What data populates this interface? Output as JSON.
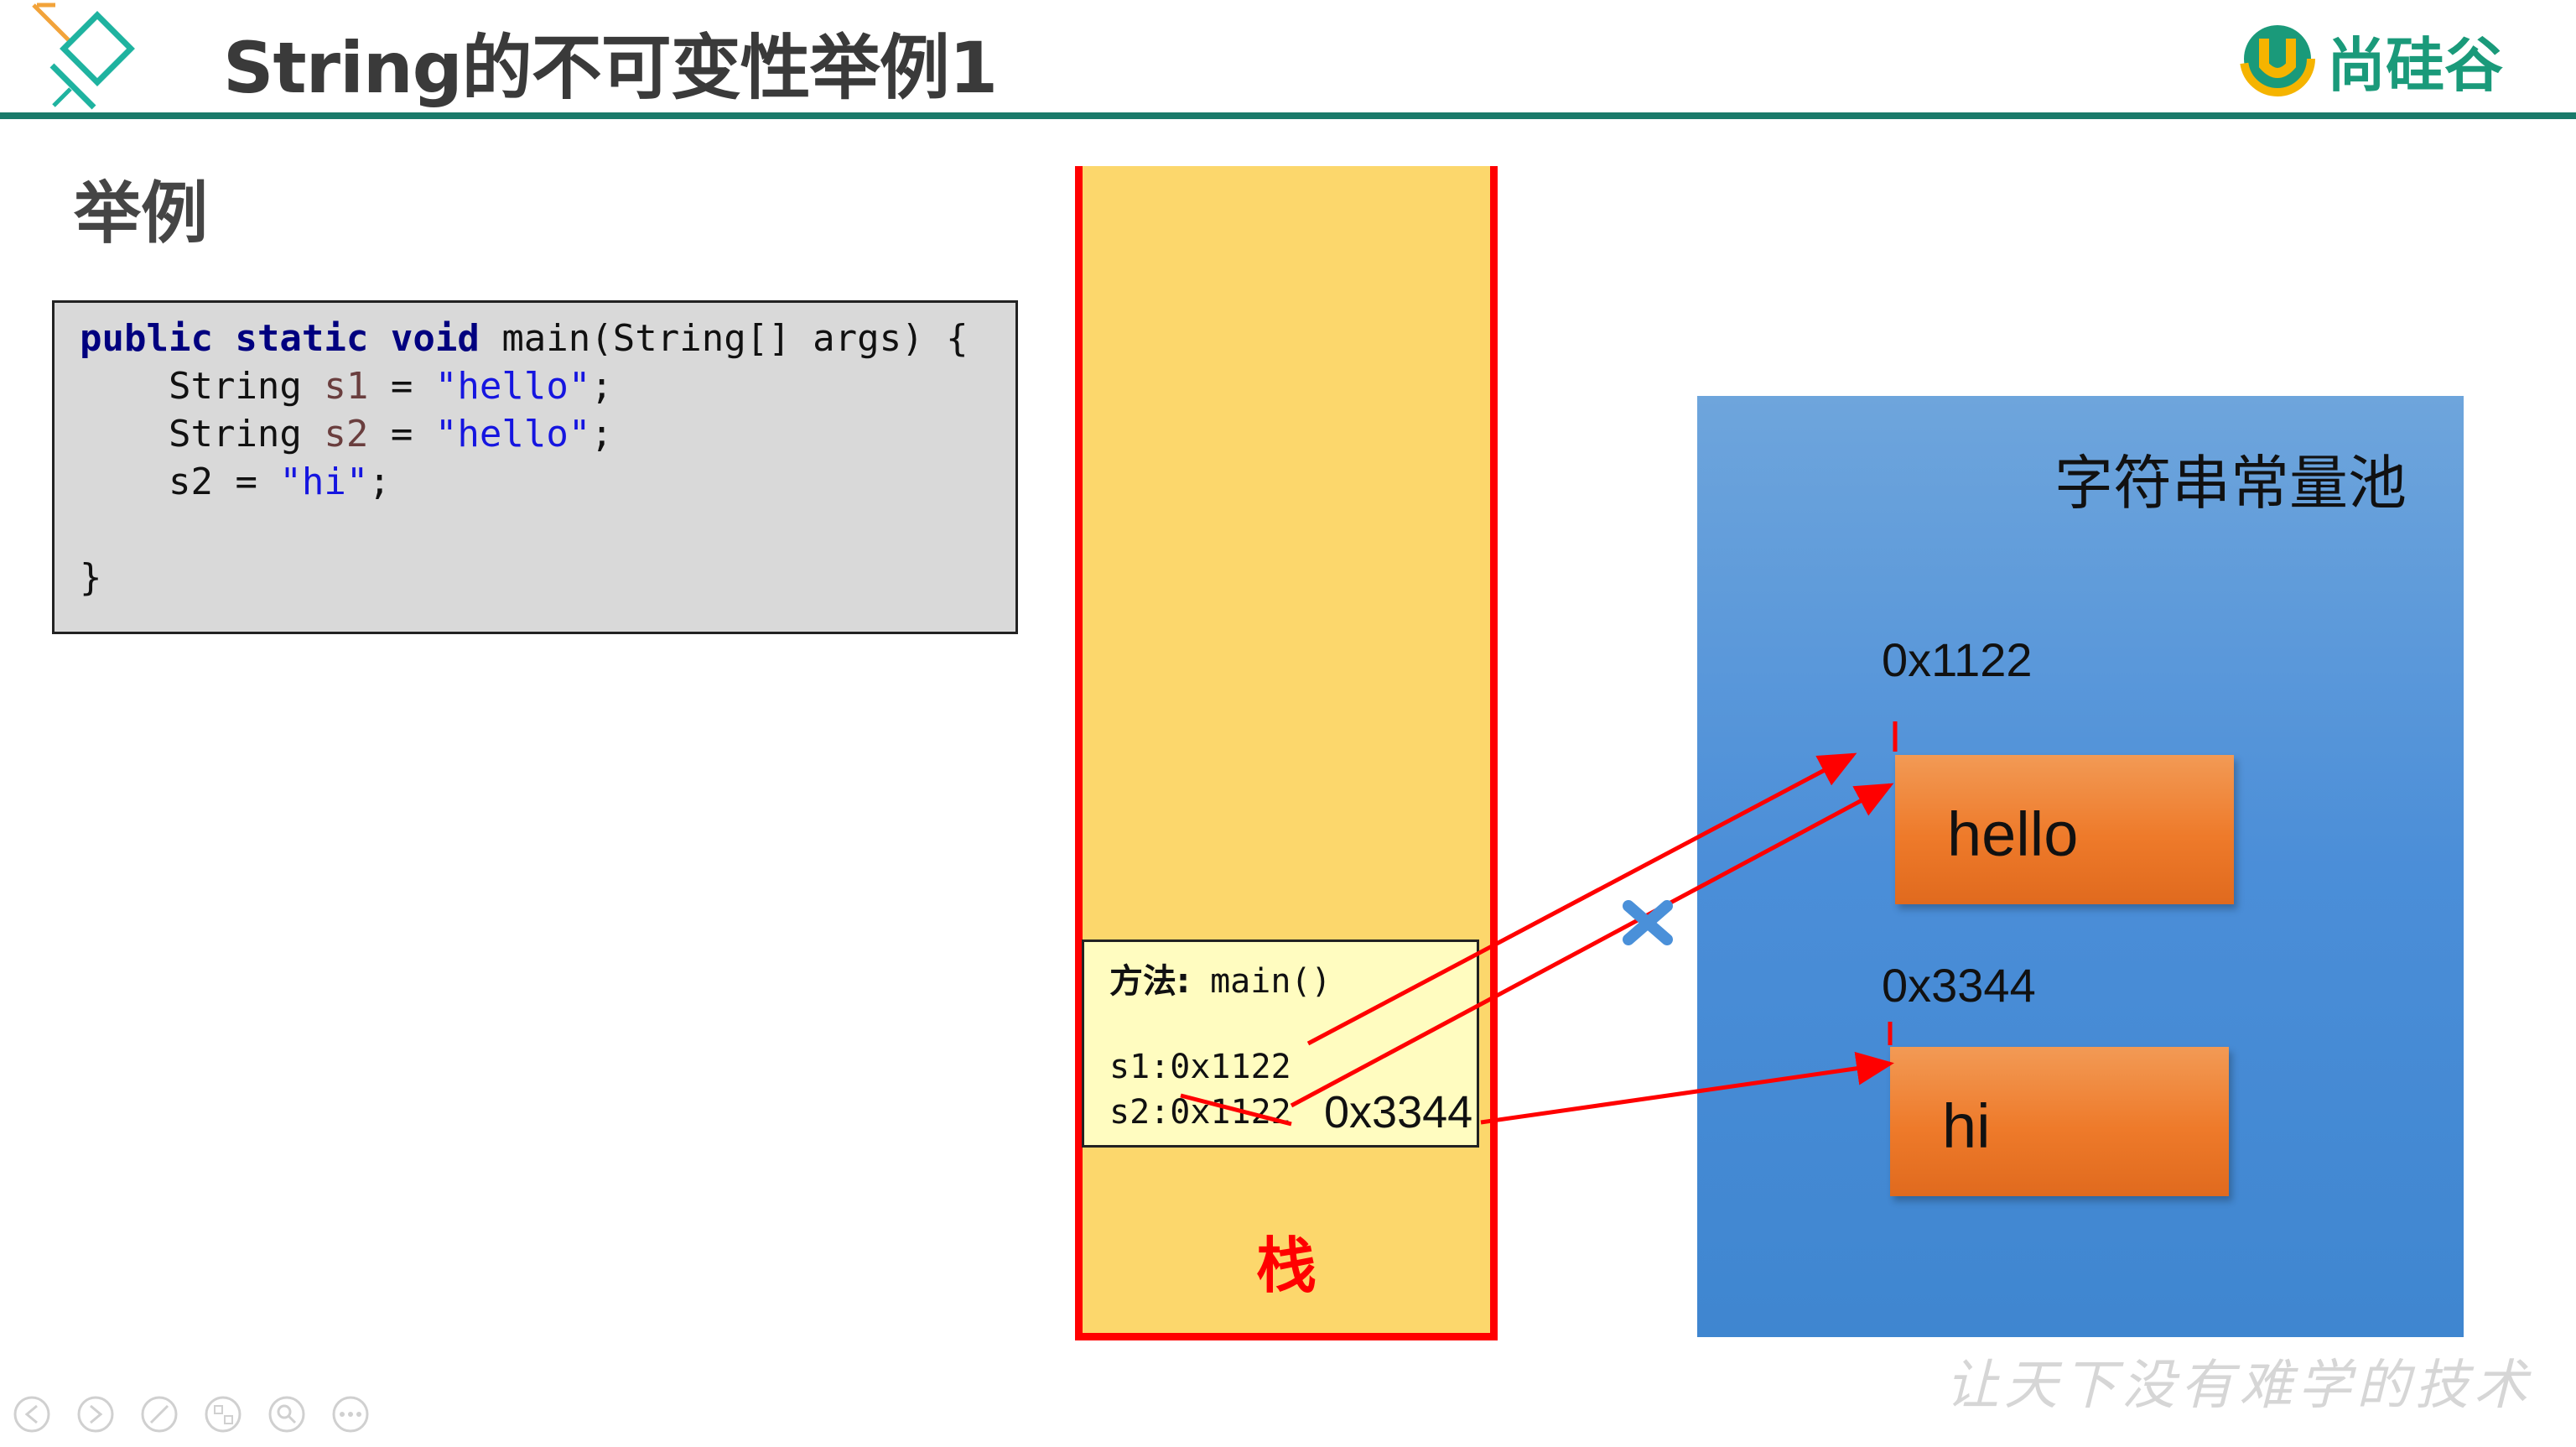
{
  "slide": {
    "title": "String的不可变性举例1",
    "brand": "尚硅谷",
    "subtitle": "举例",
    "watermark": "让天下没有难学的技术"
  },
  "code": {
    "line1": {
      "kw": "public static void",
      "rest": " main(String[] args) {"
    },
    "line2": {
      "type": "String",
      "var": "s1",
      "eq": " = ",
      "str": "\"hello\"",
      "end": ";"
    },
    "line3": {
      "type": "String",
      "var": "s2",
      "eq": " = ",
      "str": "\"hello\"",
      "end": ";"
    },
    "line4": {
      "lhs": "s2 = ",
      "str": "\"hi\"",
      "end": ";"
    },
    "line6": "}"
  },
  "stack": {
    "label": "栈",
    "frame_title_bold": "方法:",
    "frame_title_method": " main()",
    "s1": "s1:0x1122",
    "s2": "s2:0x1122",
    "s2_new": "0x3344"
  },
  "pool": {
    "title": "字符串常量池",
    "addr1": "0x1122",
    "addr2": "0x3344",
    "value1": "hello",
    "value2": "hi"
  },
  "colors": {
    "accent": "#1a7a6a",
    "stack_fill": "#fcd76c",
    "stack_border": "#ff0000",
    "pool_fill": "#4b8ed8",
    "string_box": "#ee7a2a",
    "arrow": "#ff0000",
    "cross": "#4a90d9"
  }
}
